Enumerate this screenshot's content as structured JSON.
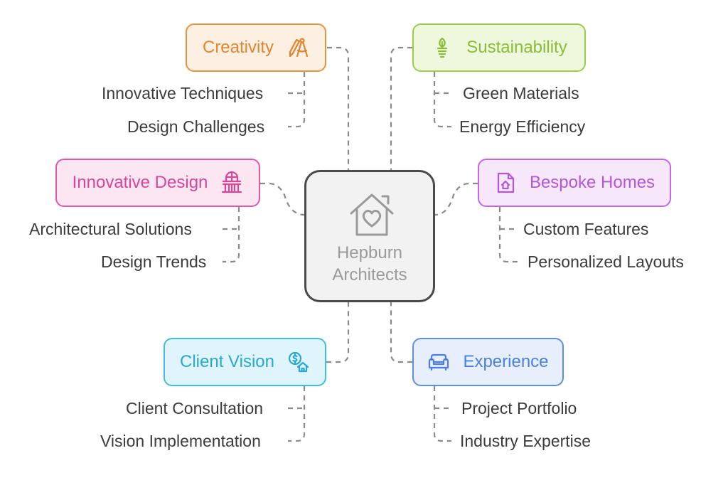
{
  "center": {
    "line1": "Hepburn",
    "line2": "Architects",
    "icon": "home-heart-icon"
  },
  "branches": {
    "creativity": {
      "label": "Creativity",
      "icon": "pencil-compass-icon",
      "color": "#e8943a",
      "items": [
        "Innovative Techniques",
        "Design Challenges"
      ]
    },
    "sustainability": {
      "label": "Sustainability",
      "icon": "lightbulb-leaf-icon",
      "color": "#9ccd4a",
      "items": [
        "Green Materials",
        "Energy Efficiency"
      ]
    },
    "innovative_design": {
      "label": "Innovative Design",
      "icon": "building-facade-icon",
      "color": "#e05aa3",
      "items": [
        "Architectural Solutions",
        "Design Trends"
      ]
    },
    "bespoke_homes": {
      "label": "Bespoke Homes",
      "icon": "house-document-icon",
      "color": "#c467e6",
      "items": [
        "Custom Features",
        "Personalized Layouts"
      ]
    },
    "client_vision": {
      "label": "Client Vision",
      "icon": "money-house-icon",
      "color": "#41bde0",
      "items": [
        "Client Consultation",
        "Vision Implementation"
      ]
    },
    "experience": {
      "label": "Experience",
      "icon": "sofa-icon",
      "color": "#5f8ee8",
      "items": [
        "Project Portfolio",
        "Industry Expertise"
      ]
    }
  }
}
